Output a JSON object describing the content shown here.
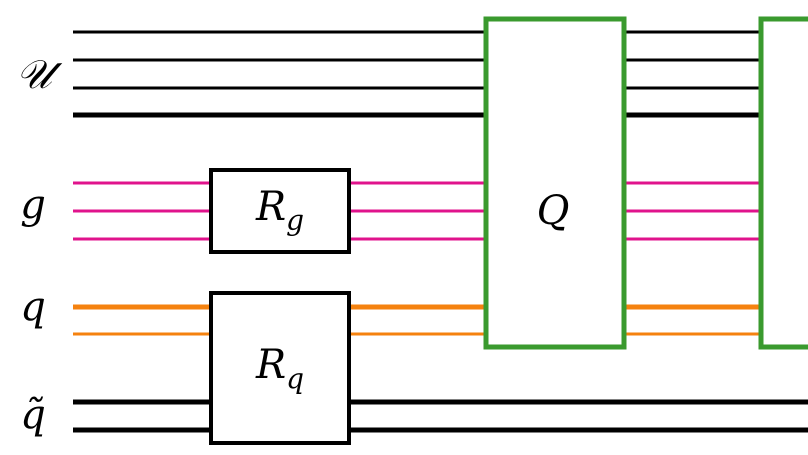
{
  "colors": {
    "u_wire": "#000000",
    "g_wire": "#e0138c",
    "q_wire": "#f5820f",
    "qt_wire": "#000000",
    "gate_stroke_black": "#000000",
    "gate_stroke_green": "#3a9a2e"
  },
  "registers": [
    {
      "id": "U",
      "label": "𝒰",
      "wires": 4
    },
    {
      "id": "g",
      "label": "g",
      "wires": 3
    },
    {
      "id": "q",
      "label": "q",
      "wires": 2
    },
    {
      "id": "qt",
      "label": "q̃",
      "wires": 2
    }
  ],
  "gates": [
    {
      "id": "Rg",
      "label": "R",
      "subscript": "g",
      "targets": [
        "g"
      ]
    },
    {
      "id": "Rq",
      "label": "R",
      "subscript": "q",
      "targets": [
        "q",
        "qt"
      ]
    },
    {
      "id": "Q1",
      "label": "Q",
      "subscript": "",
      "targets": [
        "U",
        "g",
        "q"
      ]
    },
    {
      "id": "Q2",
      "label": "",
      "subscript": "",
      "targets": [
        "U",
        "g",
        "q"
      ]
    }
  ]
}
